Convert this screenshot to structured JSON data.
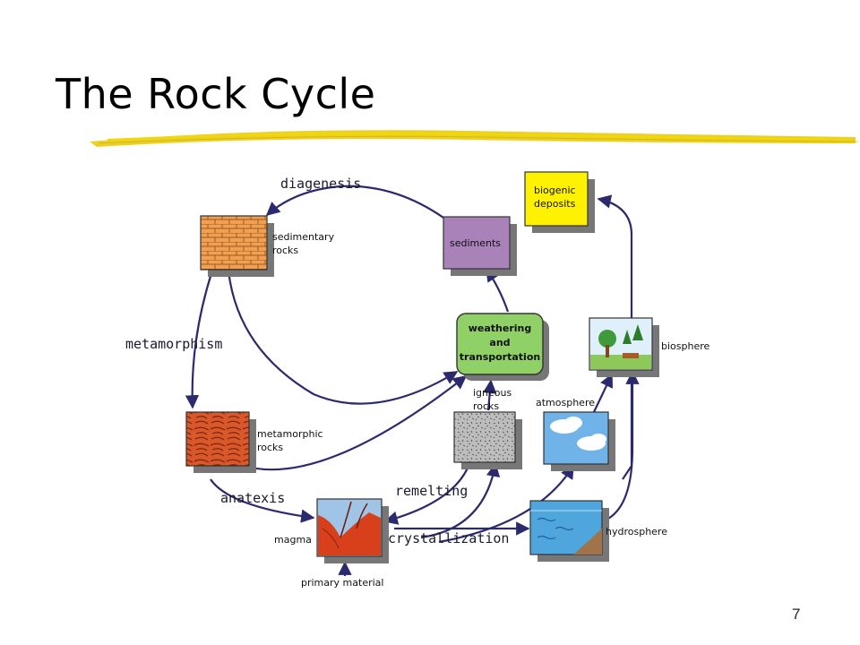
{
  "slide": {
    "title": "The Rock Cycle",
    "page_number": "7"
  },
  "colors": {
    "arrow": "#2b2a6e",
    "underline": "#e8c800",
    "sedimentary": "#f0a050",
    "sediments": "#a882b8",
    "weathering": "#8fd067",
    "biogenic": "#fff200",
    "metamorphic": "#d9582a",
    "igneous": "#bdbdbd",
    "atmosphere": "#6fb3e8",
    "hydrosphere": "#4fa6dd",
    "magma": "#d8401c"
  },
  "nodes": {
    "sedimentary": "sedimentary\nrocks",
    "sediments": "sediments",
    "biogenic": "biogenic\ndeposits",
    "weathering": "weathering\nand\ntransportation",
    "biosphere": "biosphere",
    "metamorphic": "metamorphic\nrocks",
    "igneous": "igneous\nrocks",
    "atmosphere": "atmosphere",
    "magma": "magma",
    "hydrosphere": "hydrosphere",
    "primary": "primary material"
  },
  "processes": {
    "diagenesis": "diagenesis",
    "metamorphism": "metamorphism",
    "anatexis": "anatexis",
    "remelting": "remelting",
    "crystallization": "crystallization"
  }
}
